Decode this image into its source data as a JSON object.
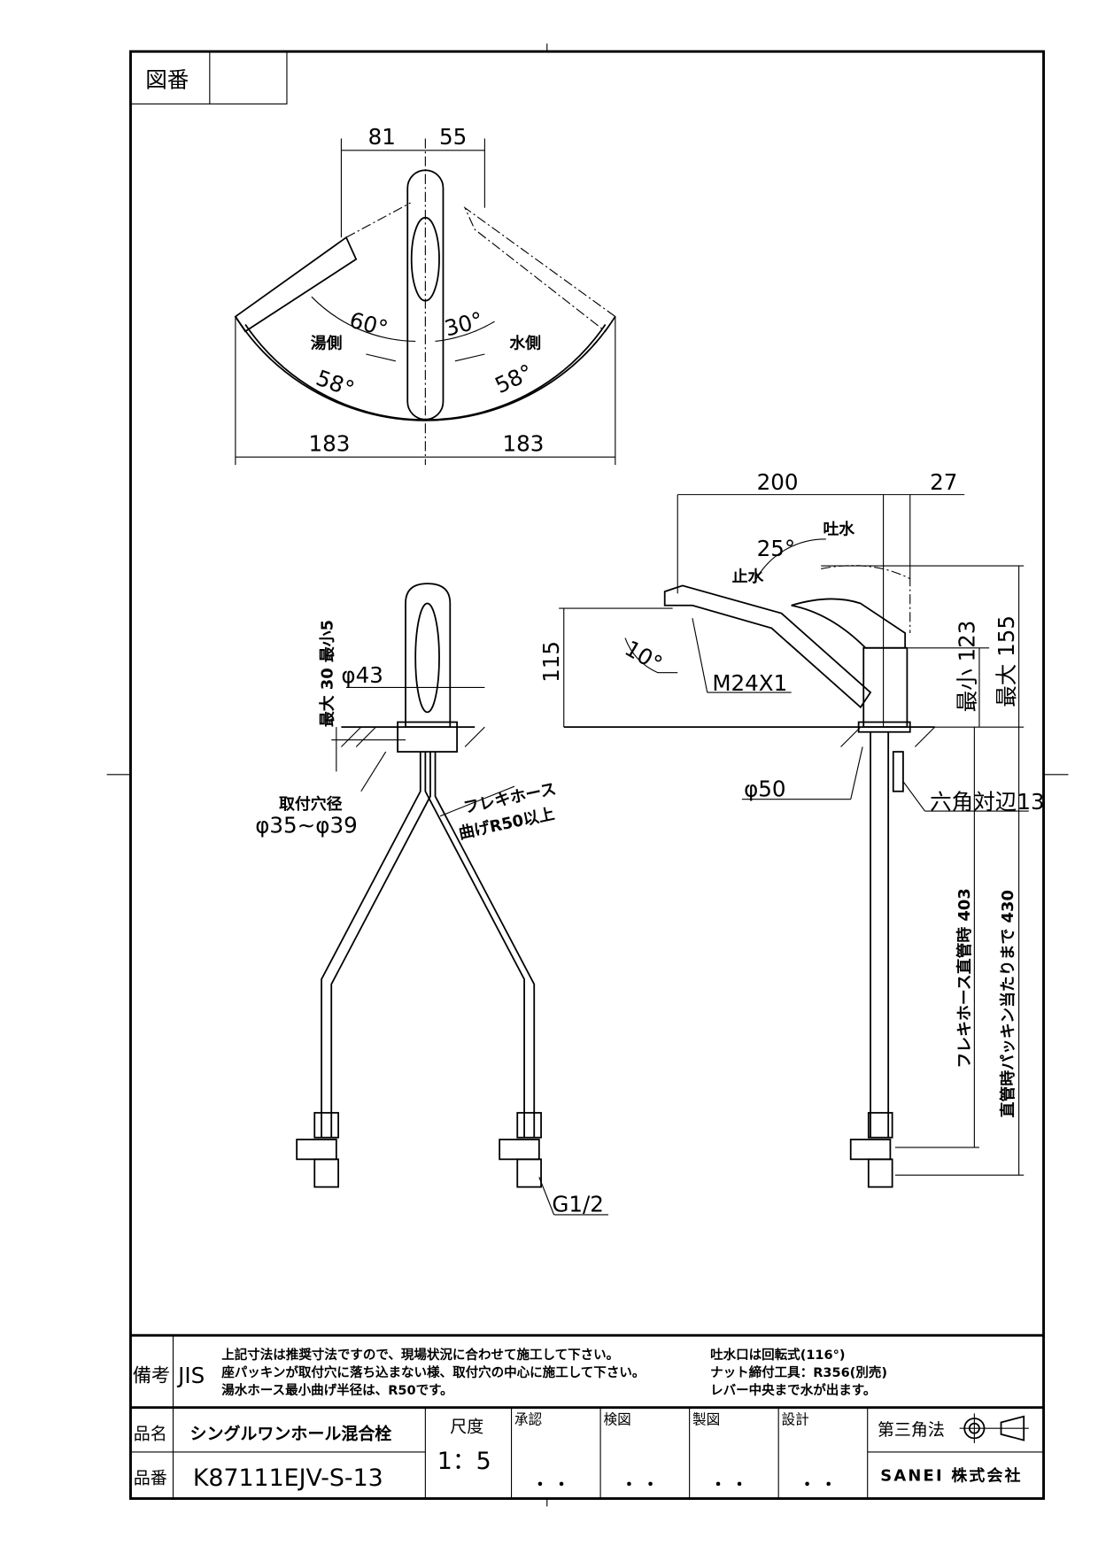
{
  "drawing_no_label": "図番",
  "top_view": {
    "dim_left": "81",
    "dim_right": "55",
    "angle_hot": "60°",
    "angle_cold": "30°",
    "hot_side": "湯側",
    "cold_side": "水側",
    "rot_left": "58°",
    "rot_right": "58°",
    "width_left": "183",
    "width_right": "183"
  },
  "front_view": {
    "height_range": "最大 30 最小5",
    "diameter": "φ43",
    "hole_label": "取付穴径",
    "hole_range": "φ35~φ39",
    "hose_label": "フレキホース",
    "bend_label": "曲げR50以上",
    "thread": "G1/2"
  },
  "side_view": {
    "reach": "200",
    "offset": "27",
    "spout_angle": "25°",
    "discharge": "吐水",
    "stop": "止水",
    "spout_height": "115",
    "tilt": "10°",
    "thread": "M24X1",
    "base_dia": "φ50",
    "hex": "六角対辺13",
    "min_height": "最小 123",
    "max_height": "最大 155",
    "hose_len": "フレキホース直管時 403",
    "hose_len_packing": "直管時パッキン当たりまで 430"
  },
  "notes": {
    "label": "備考",
    "standard": "JIS",
    "lines_left": [
      "上記寸法は推奨寸法ですので、現場状況に合わせて施工して下さい。",
      "座パッキンが取付穴に落ち込まない様、取付穴の中心に施工して下さい。",
      "湯水ホース最小曲げ半径は、R50です。"
    ],
    "lines_right": [
      "吐水口は回転式(116°)",
      "ナット締付工具：R356(別売)",
      "レバー中央まで水が出ます。"
    ]
  },
  "title_block": {
    "name_label": "品名",
    "name": "シングルワンホール混合栓",
    "number_label": "品番",
    "number": "K87111EJV-S-13",
    "scale_label": "尺度",
    "scale": "1：5",
    "approve": "承認",
    "check": "検図",
    "draft": "製図",
    "design": "設計",
    "projection": "第三角法",
    "company": "SANEI 株式会社",
    "date_dots": "・ ・"
  }
}
